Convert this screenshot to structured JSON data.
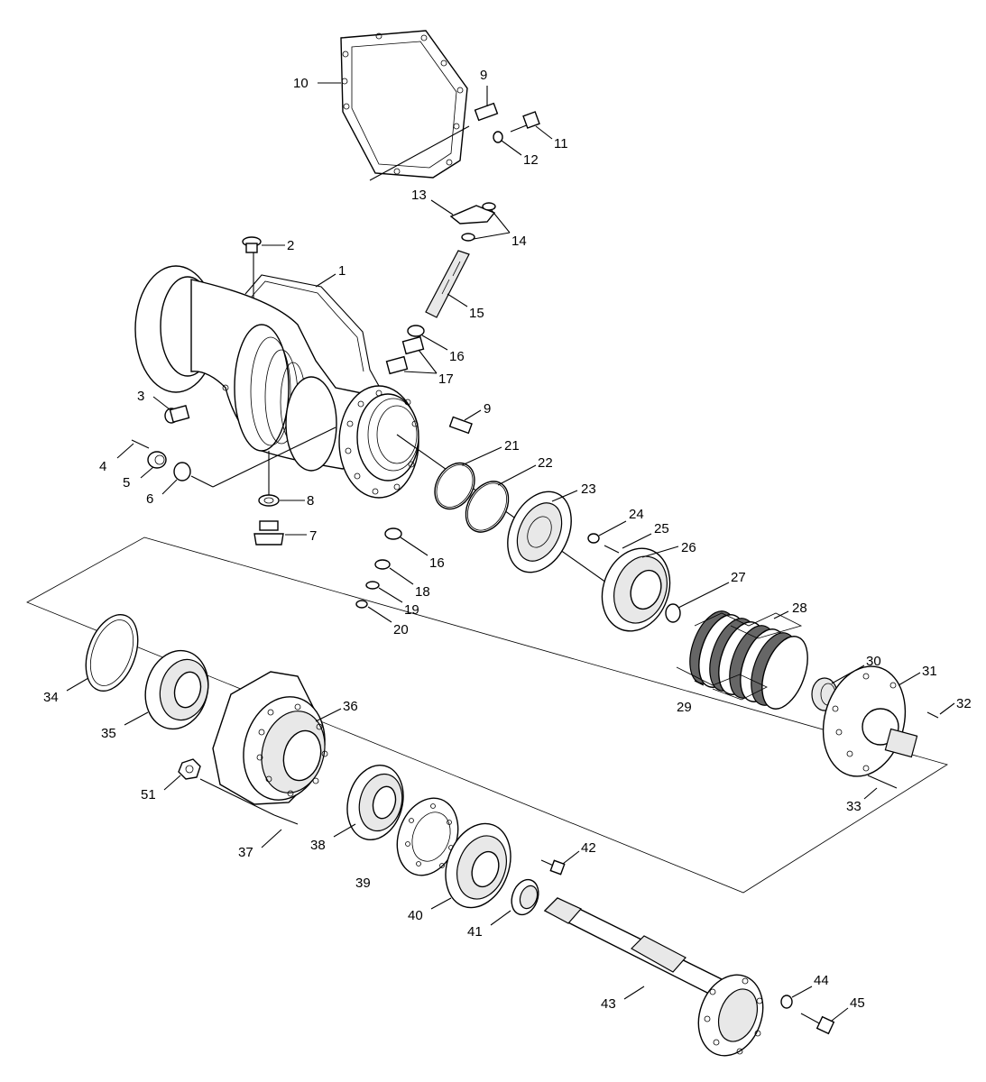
{
  "diagram": {
    "labels": {
      "l1": "1",
      "l2": "2",
      "l3": "3",
      "l4": "4",
      "l5": "5",
      "l6": "6",
      "l7": "7",
      "l8": "8",
      "l9a": "9",
      "l9b": "9",
      "l10": "10",
      "l11": "11",
      "l12": "12",
      "l13": "13",
      "l14": "14",
      "l15": "15",
      "l16a": "16",
      "l16b": "16",
      "l17": "17",
      "l18": "18",
      "l19": "19",
      "l20": "20",
      "l21": "21",
      "l22": "22",
      "l23": "23",
      "l24": "24",
      "l25": "25",
      "l26": "26",
      "l27": "27",
      "l28": "28",
      "l29": "29",
      "l30": "30",
      "l31": "31",
      "l32": "32",
      "l33": "33",
      "l34": "34",
      "l35": "35",
      "l36": "36",
      "l37": "37",
      "l38": "38",
      "l39": "39",
      "l40": "40",
      "l41": "41",
      "l42": "42",
      "l43": "43",
      "l44": "44",
      "l45": "45",
      "l51": "51"
    }
  }
}
